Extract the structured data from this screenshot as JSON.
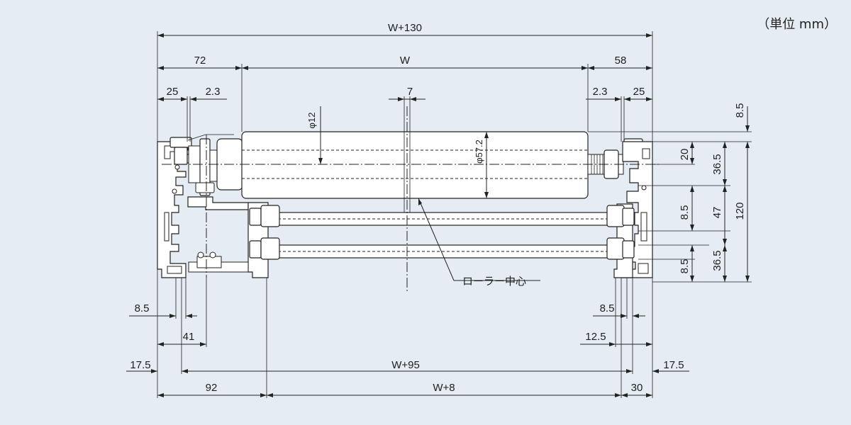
{
  "unit_note": "（単位 mm）",
  "labels": {
    "overall_width": "W+130",
    "left_offset": "72",
    "roller_width": "W",
    "right_offset": "58",
    "left_25": "25",
    "left_2_3": "2.3",
    "center_7": "7",
    "right_2_3": "2.3",
    "right_25": "25",
    "top_8_5": "8.5",
    "shaft_dia": "φ12",
    "roller_dia": "φ57.2",
    "right_20": "20",
    "right_36_5_top": "36.5",
    "right_8_5_mid": "8.5",
    "right_47": "47",
    "right_120": "120",
    "right_8_5_low": "8.5",
    "right_36_5_low": "36.5",
    "roller_center": "ローラー中心",
    "left_8_5": "8.5",
    "left_41": "41",
    "left_17_5": "17.5",
    "bottom_w95": "W+95",
    "right_17_5": "17.5",
    "right_8_5_bottom": "8.5",
    "right_12_5": "12.5",
    "bottom_92": "92",
    "bottom_w8": "W+8",
    "bottom_30": "30"
  }
}
